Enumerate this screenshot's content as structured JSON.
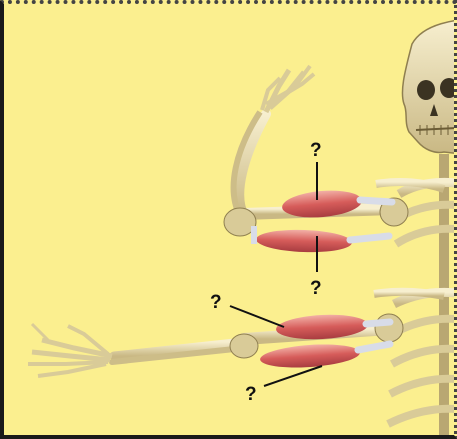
{
  "labels": [
    {
      "id": "upper-flexor",
      "text": "?"
    },
    {
      "id": "upper-extensor",
      "text": "?"
    },
    {
      "id": "lower-flexor",
      "text": "?"
    },
    {
      "id": "lower-extensor",
      "text": "?"
    }
  ],
  "colors": {
    "background": "#fbef8f",
    "bone": "#e8dcb0",
    "bone_shadow": "#b9a772",
    "muscle": "#d25a5a",
    "muscle_highlight": "#f0a9a0",
    "tendon": "#d8dce8",
    "leader_line": "#111111"
  }
}
